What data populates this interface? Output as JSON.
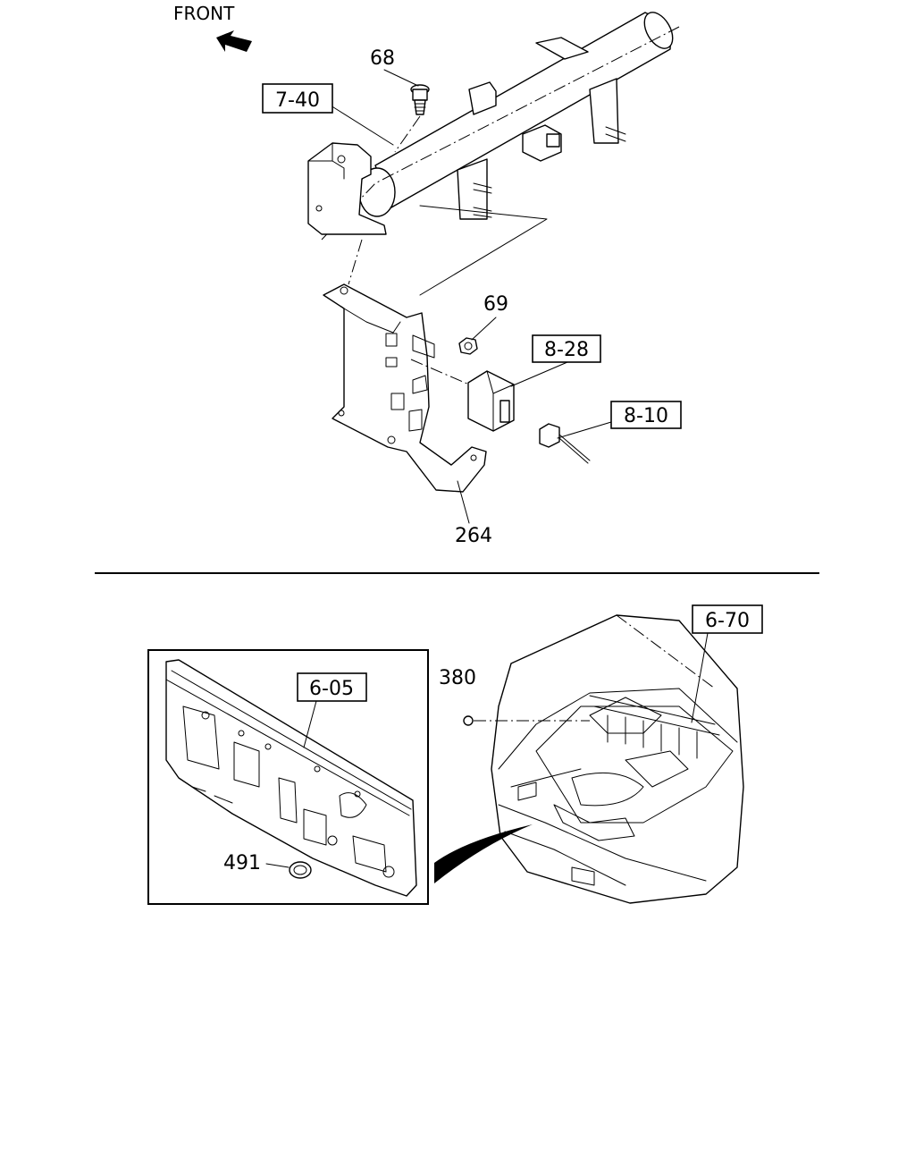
{
  "orientation": {
    "label": "FRONT"
  },
  "callouts": {
    "ref_7_40": "7-40",
    "part_68": "68",
    "part_69": "69",
    "ref_8_28": "8-28",
    "ref_8_10": "8-10",
    "part_264": "264",
    "ref_6_70": "6-70",
    "part_380": "380",
    "ref_6_05": "6-05",
    "part_491": "491"
  }
}
